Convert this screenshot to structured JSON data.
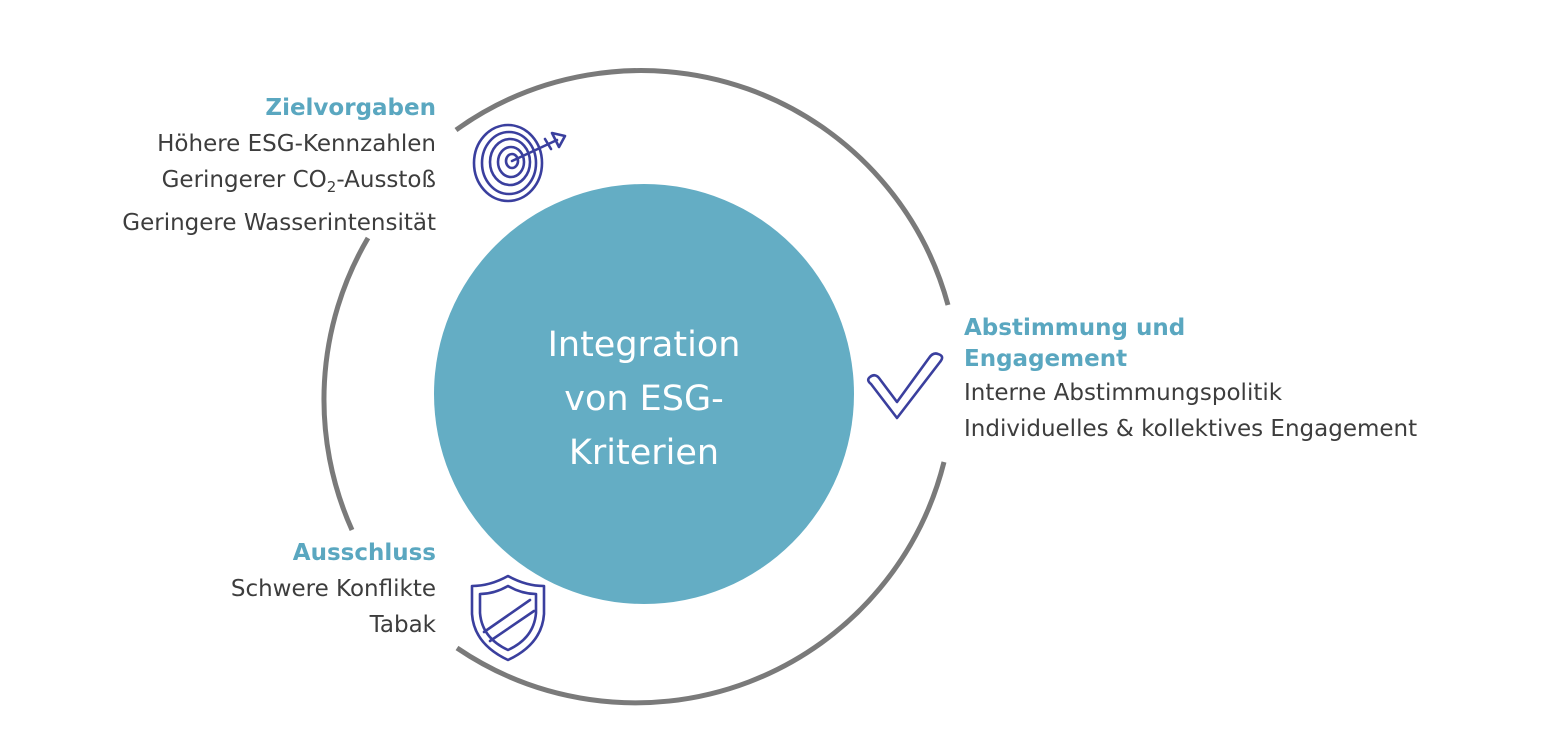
{
  "colors": {
    "accent": "#5aa7c0",
    "ring": "#7a7a7a",
    "icon": "#3a3f9e",
    "text": "#3d3d3d"
  },
  "center": {
    "lines": [
      "Integration",
      "von ESG-",
      "Kriterien"
    ]
  },
  "targets": {
    "heading": "Zielvorgaben",
    "line1": "Höhere ESG-Kennzahlen",
    "line2_prefix": "Geringerer CO",
    "line2_sub": "2",
    "line2_suffix": "-Ausstoß",
    "line3": "Geringere Wasserintensität",
    "icon": "target-dart-icon"
  },
  "voting": {
    "heading_line1": "Abstimmung und",
    "heading_line2": "Engagement",
    "line1": "Interne Abstimmungspolitik",
    "line2": "Individuelles & kollektives Engagement",
    "icon": "checkmark-icon"
  },
  "exclusion": {
    "heading": "Ausschluss",
    "line1": "Schwere Konflikte",
    "line2": "Tabak",
    "icon": "shield-icon"
  }
}
